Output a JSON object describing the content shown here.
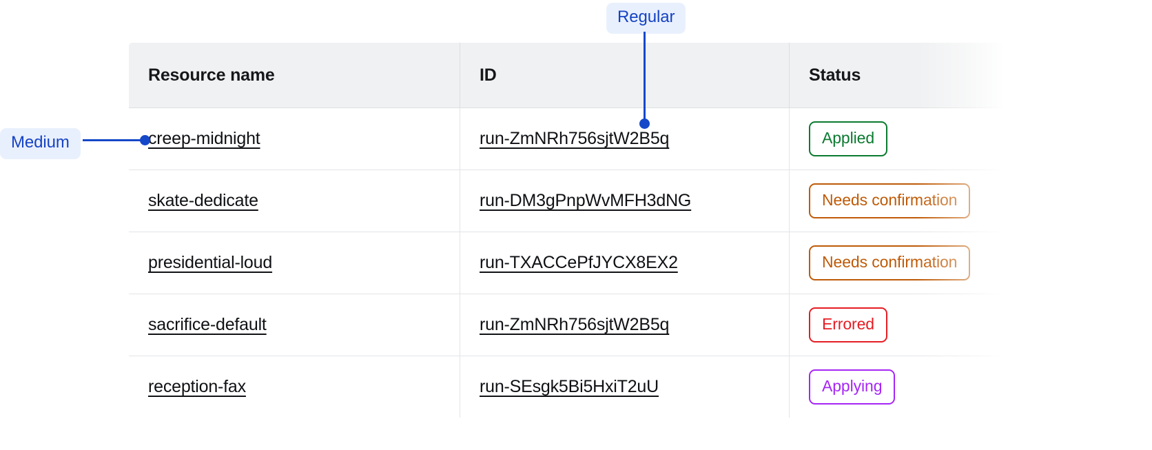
{
  "table": {
    "columns": [
      {
        "key": "resource_name",
        "label": "Resource name"
      },
      {
        "key": "id",
        "label": "ID"
      },
      {
        "key": "status",
        "label": "Status"
      }
    ],
    "rows": [
      {
        "resource_name": "creep-midnight",
        "id": "run-ZmNRh756sjtW2B5q",
        "status": "Applied",
        "status_variant": "applied"
      },
      {
        "resource_name": "skate-dedicate",
        "id": "run-DM3gPnpWvMFH3dNG",
        "status": "Needs confirmation",
        "status_variant": "needs"
      },
      {
        "resource_name": "presidential-loud",
        "id": "run-TXACCePfJYCX8EX2",
        "status": "Needs confirmation",
        "status_variant": "needs"
      },
      {
        "resource_name": "sacrifice-default",
        "id": "run-ZmNRh756sjtW2B5q",
        "status": "Errored",
        "status_variant": "errored"
      },
      {
        "resource_name": "reception-fax",
        "id": "run-SEsgk5Bi5HxiT2uU",
        "status": "Applying",
        "status_variant": "applying"
      }
    ]
  },
  "annotations": {
    "medium": {
      "label": "Medium"
    },
    "regular": {
      "label": "Regular"
    }
  },
  "colors": {
    "annotation_blue": "#1548c9",
    "annotation_bg": "#e9f0fd",
    "header_bg": "#f0f1f2",
    "border": "#dcdee1",
    "row_border": "#e3e4e7",
    "text": "#0f1114",
    "status_applied": "#0a7a2f",
    "status_needs": "#bf5a06",
    "status_errored": "#e51c23",
    "status_applying": "#a626f5"
  }
}
